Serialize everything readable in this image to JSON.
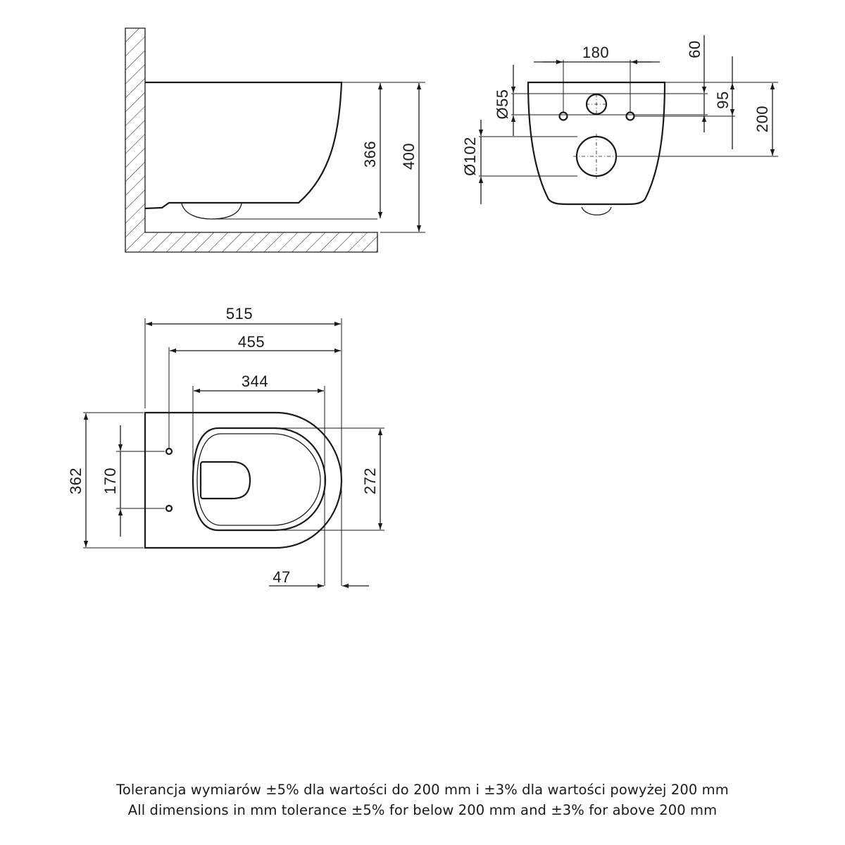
{
  "side_view": {
    "dim_height_bowl": "366",
    "dim_height_total": "400"
  },
  "rear_view": {
    "dim_bolt_spacing": "180",
    "dim_top_offset": "60",
    "dim_inlet_diameter": "Ø55",
    "dim_bolt_height": "95",
    "dim_outlet_diameter": "Ø102",
    "dim_outlet_height": "200"
  },
  "top_view": {
    "dim_length_total": "515",
    "dim_length_fixing": "455",
    "dim_length_opening": "344",
    "dim_width_total": "362",
    "dim_fixing_spacing": "170",
    "dim_opening_width": "272",
    "dim_rim_offset": "47"
  },
  "notes": {
    "tolerance_pl": "Tolerancja wymiarów ±5% dla wartości do 200 mm i ±3% dla wartości powyżej 200 mm",
    "tolerance_en": "All dimensions in mm tolerance ±5% for below 200 mm and ±3% for above 200 mm"
  }
}
